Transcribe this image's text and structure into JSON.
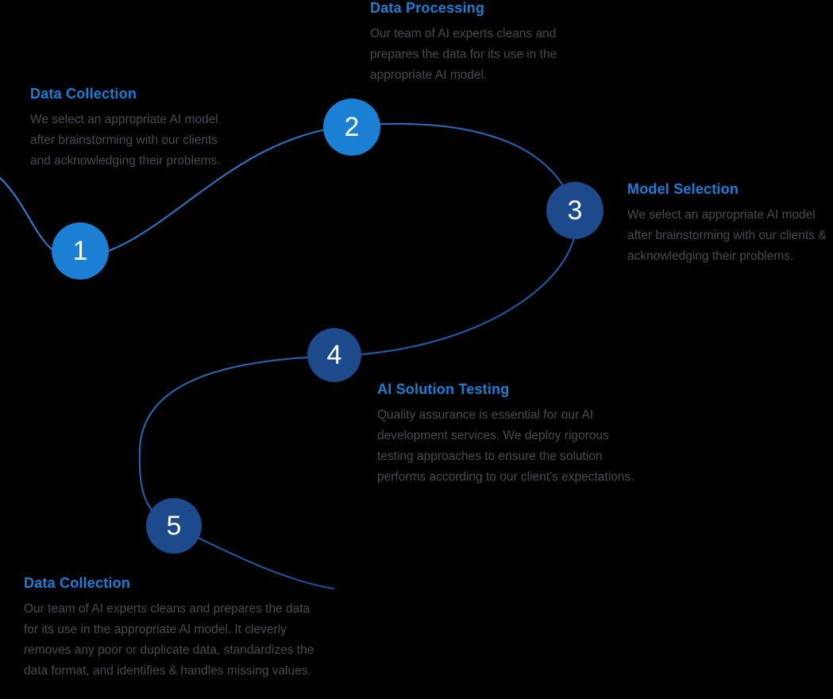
{
  "diagram": {
    "background": "#000000",
    "connector_colors": {
      "start": "#2f8bdc",
      "end": "#1c4f93"
    },
    "colors": {
      "heading": "#1b7fd4",
      "body_text": "#4a4a52",
      "marker_light": "#1b7fd4",
      "marker_dark": "#1d4a8a",
      "marker_number": "#ffffff"
    }
  },
  "steps": [
    {
      "number": "1",
      "title": "Data Collection",
      "description": "We select an appropriate AI model after brainstorming with our clients and acknowledging their problems."
    },
    {
      "number": "2",
      "title": "Data Processing",
      "description": "Our team of AI experts cleans and prepares the data for its use in the appropriate AI model."
    },
    {
      "number": "3",
      "title": "Model Selection",
      "description": "We select an appropriate AI model after brainstorming with our clients & acknowledging their problems."
    },
    {
      "number": "4",
      "title": "AI Solution Testing",
      "description": "Quality assurance is essential for our AI development services. We deploy rigorous testing approaches to ensure the solution performs according to our client's expectations."
    },
    {
      "number": "5",
      "title": "Data Collection",
      "description": "Our team of AI experts cleans and prepares the data for its use in the appropriate AI model. It cleverly removes any poor or duplicate data, standardizes the data format, and identifies & handles missing values."
    }
  ]
}
